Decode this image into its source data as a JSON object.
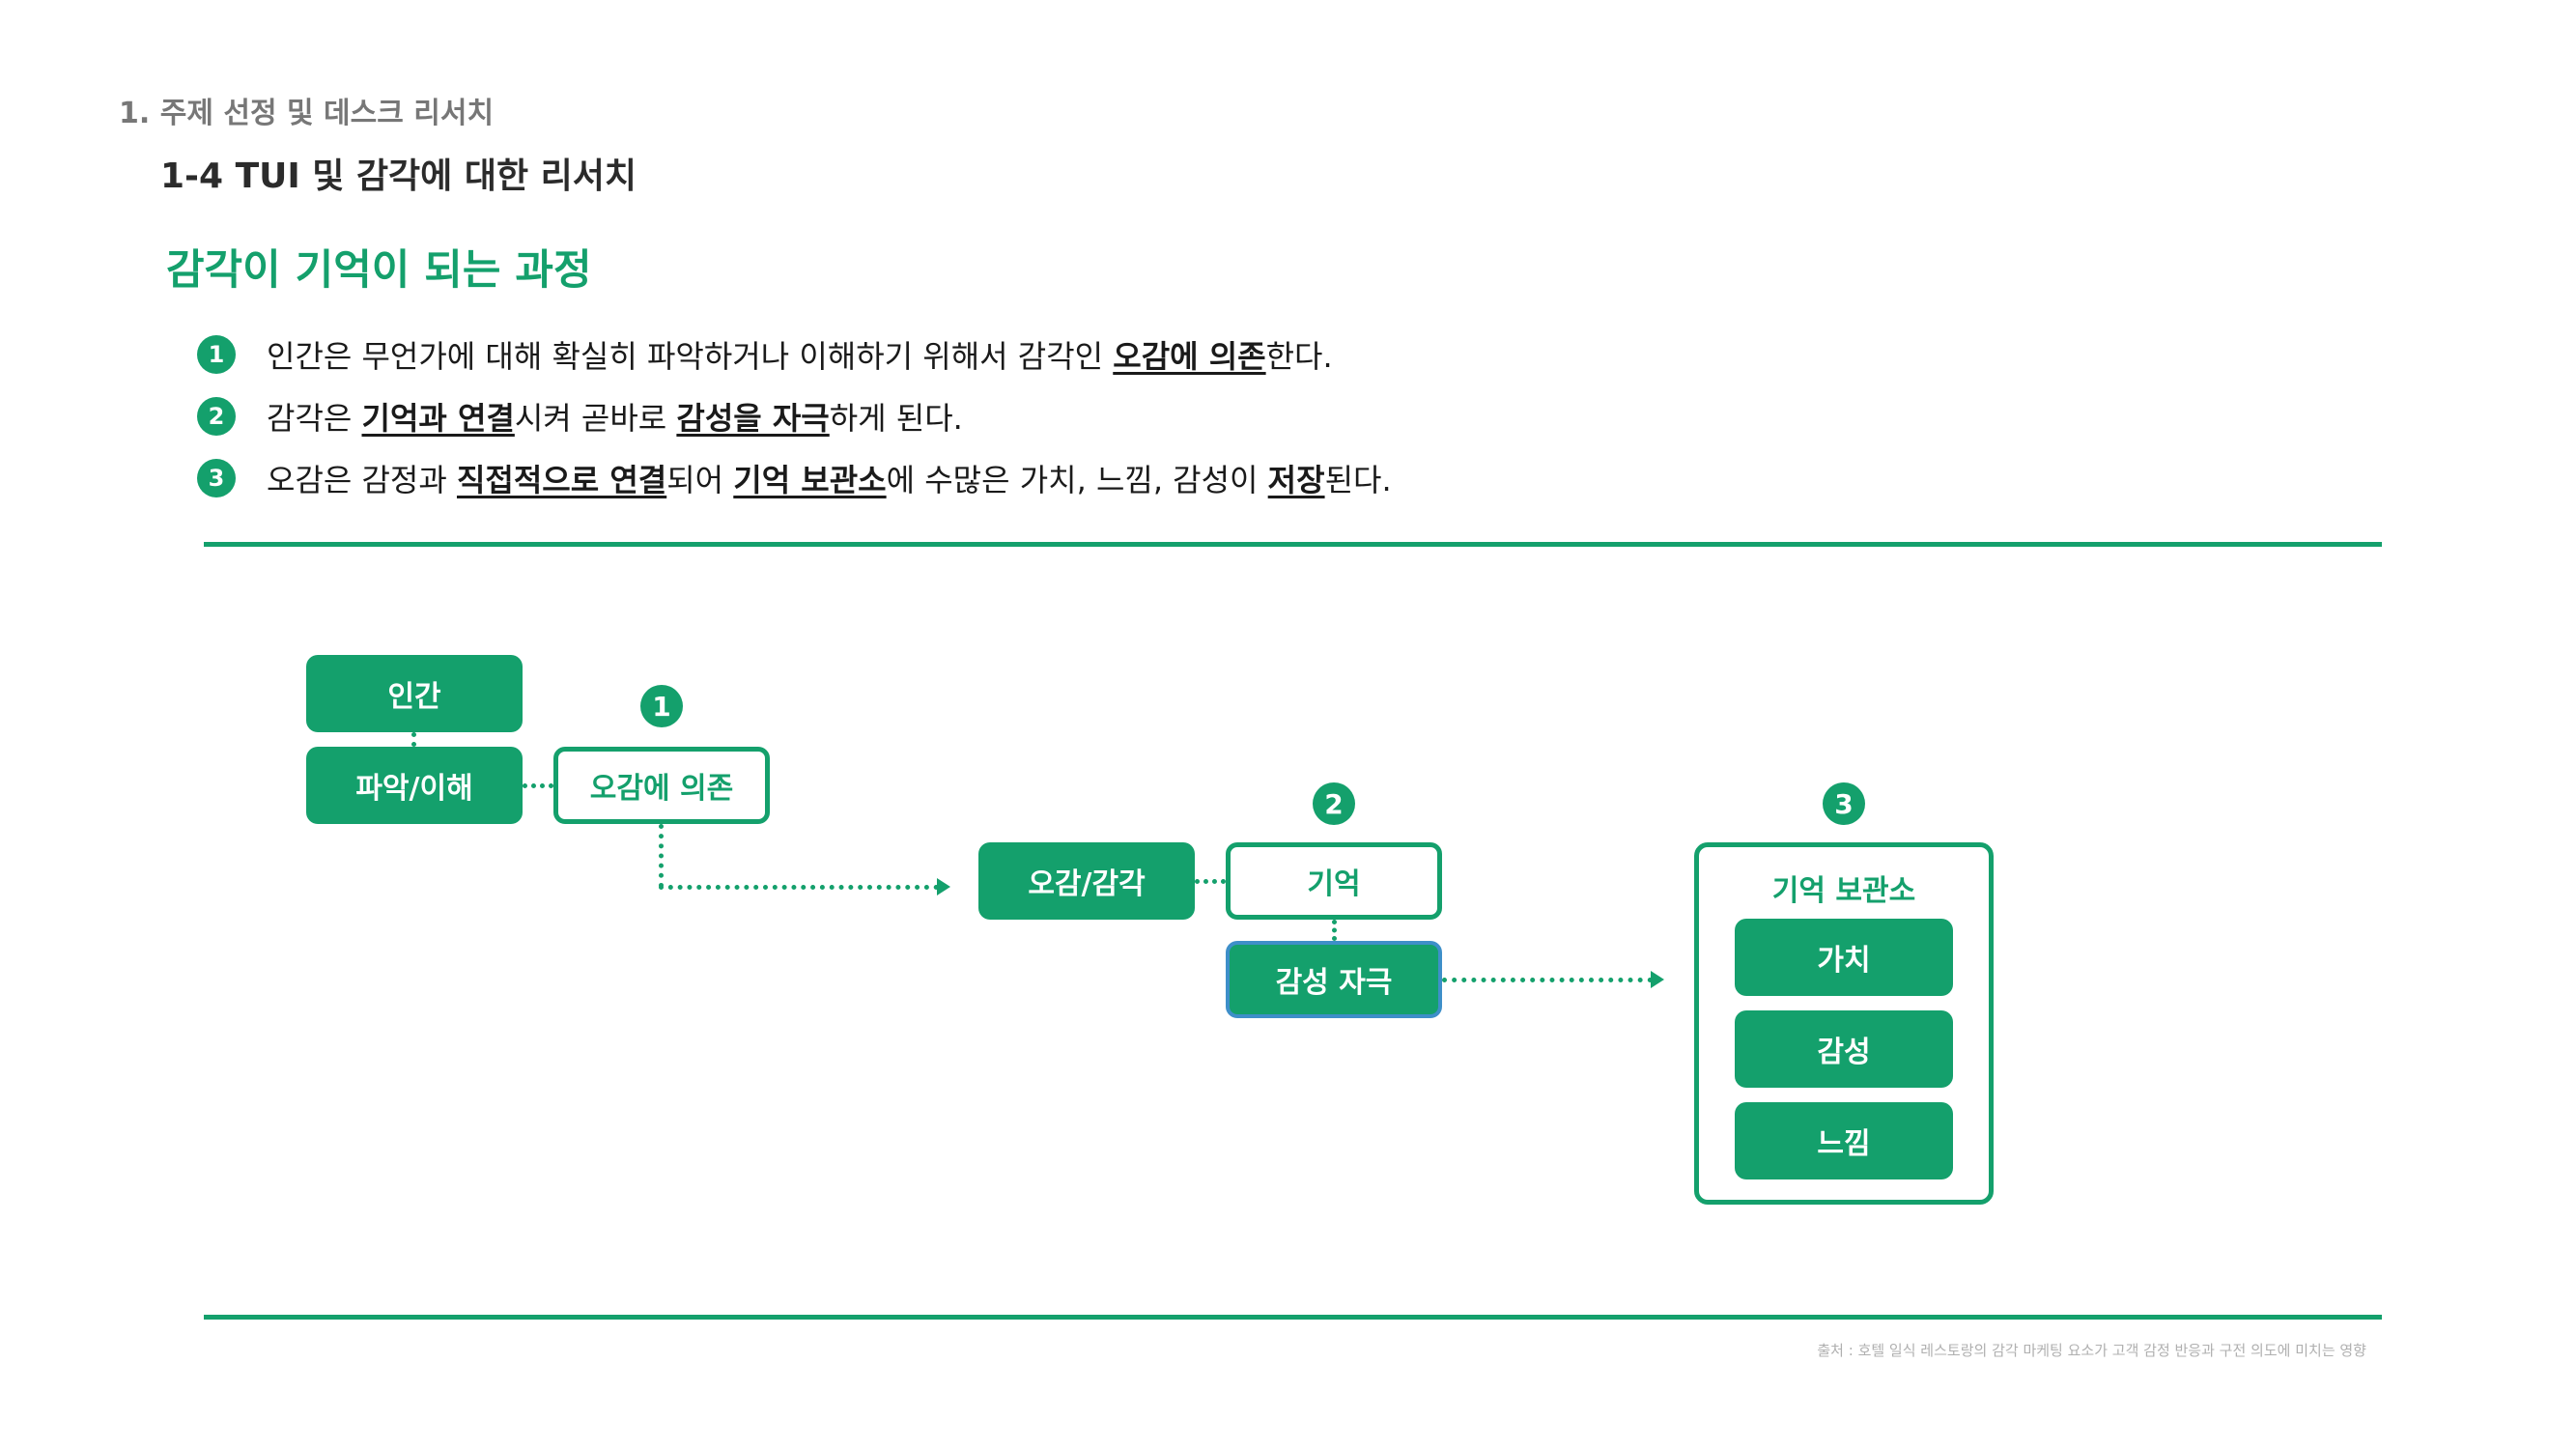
{
  "header": {
    "section": "1. 주제 선정 및 데스크 리서치",
    "subsection": "1-4 TUI 및 감각에 대한 리서치"
  },
  "title": "감각이 기억이 되는 과정",
  "points": [
    {
      "num": "1",
      "parts": [
        {
          "text": "인간은 무언가에 대해 확실히 파악하거나 이해하기 위해서 감각인 "
        },
        {
          "text": "오감에 의존",
          "emph": true
        },
        {
          "text": "한다."
        }
      ]
    },
    {
      "num": "2",
      "parts": [
        {
          "text": "감각은 "
        },
        {
          "text": "기억과 연결",
          "emph": true
        },
        {
          "text": "시켜 곧바로 "
        },
        {
          "text": "감성을 자극",
          "emph": true
        },
        {
          "text": "하게 된다."
        }
      ]
    },
    {
      "num": "3",
      "parts": [
        {
          "text": "오감은 감정과 "
        },
        {
          "text": "직접적으로 연결",
          "emph": true
        },
        {
          "text": "되어 "
        },
        {
          "text": "기억 보관소",
          "emph": true
        },
        {
          "text": "에 수많은 가치, 느낌, 감성이 "
        },
        {
          "text": "저장",
          "emph": true
        },
        {
          "text": "된다."
        }
      ]
    }
  ],
  "diagram": {
    "human": "인간",
    "understand": "파악/이해",
    "rely_senses": "오감에 의존",
    "senses": "오감/감각",
    "memory": "기억",
    "stimulate": "감성 자극",
    "storage_title": "기억 보관소",
    "storage_items": [
      "가치",
      "감성",
      "느낌"
    ],
    "step_labels": [
      "1",
      "2",
      "3"
    ]
  },
  "source": "출처 : 호텔 일식 레스토랑의 감각 마케팅 요소가 고객 감정 반응과 구전 의도에 미치는 영향",
  "colors": {
    "accent": "#14a06c",
    "highlight_border": "#3e8fc9",
    "text": "#1a1a1a",
    "muted": "#777777"
  }
}
